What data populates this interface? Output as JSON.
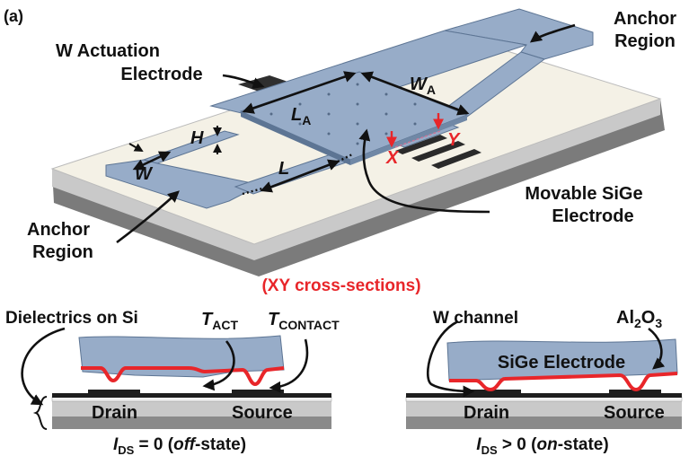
{
  "panel_label": "(a)",
  "top": {
    "w_actuation_electrode": [
      "W Actuation",
      "Electrode"
    ],
    "anchor_region_top": [
      "Anchor",
      "Region"
    ],
    "anchor_region_bottom": [
      "Anchor",
      "Region"
    ],
    "movable_electrode": [
      "Movable SiGe",
      "Electrode"
    ],
    "dims": {
      "H": "H",
      "W": "W",
      "L": "L",
      "LA_main": "L",
      "LA_sub": "A",
      "WA_main": "W",
      "WA_sub": "A"
    },
    "cut_x": "X",
    "cut_y": "Y"
  },
  "cross_sections_title": "(XY cross-sections)",
  "left_section": {
    "dielectrics_label": "Dielectrics on Si",
    "t_act_main": "T",
    "t_act_sub": "ACT",
    "t_contact_main": "T",
    "t_contact_sub": "CONTACT",
    "drain": "Drain",
    "source": "Source",
    "caption_i": "I",
    "caption_sub": "DS",
    "caption_pre": " = 0 (",
    "caption_state": "off",
    "caption_post": "-state)"
  },
  "right_section": {
    "w_channel": "W channel",
    "al2o3_a": "Al",
    "al2o3_2": "2",
    "al2o3_o": "O",
    "al2o3_3": "3",
    "sige_electrode": "SiGe Electrode",
    "drain": "Drain",
    "source": "Source",
    "caption_i": "I",
    "caption_sub": "DS",
    "caption_pre": " > 0 (",
    "caption_state": "on",
    "caption_post": "-state)"
  },
  "colors": {
    "electrode_blue": "#97acc8",
    "electrode_edge": "#5d7594",
    "red_contacts": "#e8262a",
    "substrate_top": "#f4f1e6",
    "metal_black": "#2a2a2a"
  }
}
